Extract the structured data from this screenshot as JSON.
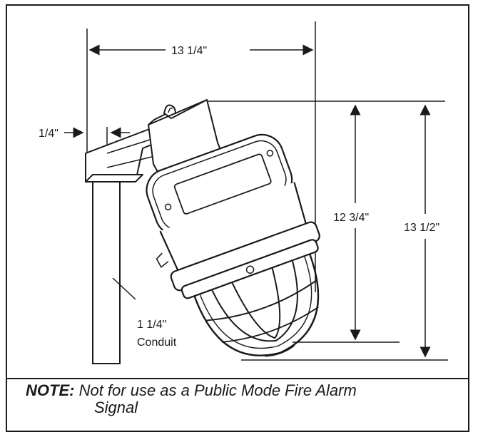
{
  "dimensions": {
    "overall_width": "13 1/4\"",
    "offset": "1/4\"",
    "height_to_globe": "12 3/4\"",
    "overall_height": "13 1/2\"",
    "conduit_size": "1 1/4\"",
    "conduit_label": "Conduit"
  },
  "note": {
    "label": "NOTE:",
    "line1": "Not for use as a Public Mode Fire Alarm",
    "line2": "Signal"
  }
}
